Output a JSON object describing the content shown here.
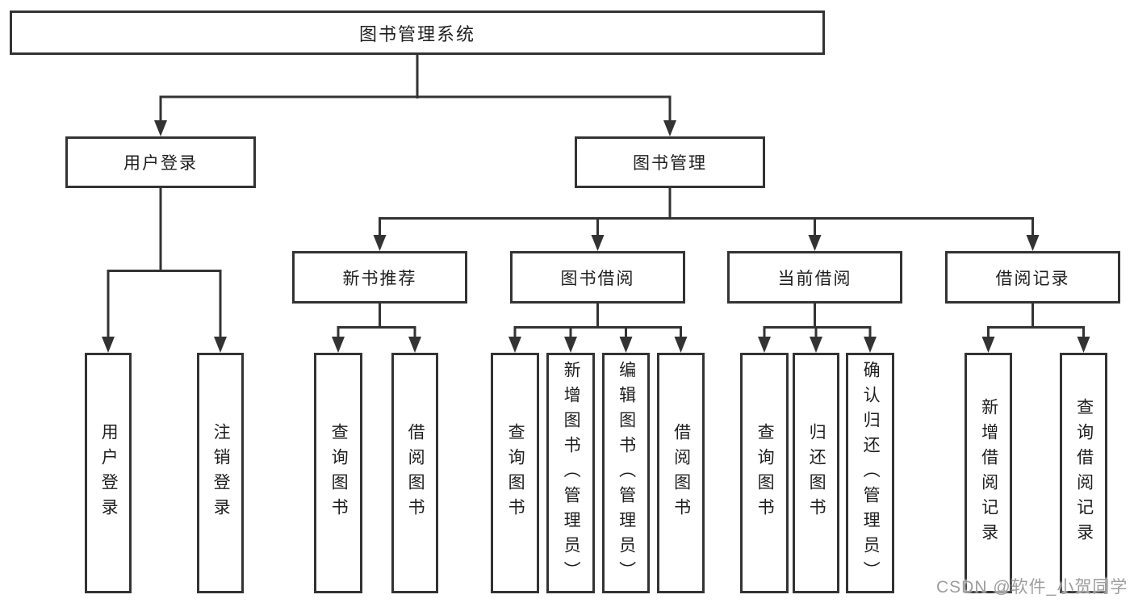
{
  "colors": {
    "line": "#333333",
    "box_border": "#333333",
    "text": "#1e1e1e",
    "watermark": "#9d9d9d",
    "background": "#ffffff"
  },
  "watermark": {
    "text": "CSDN @软件_小贺同学"
  },
  "tree": {
    "root": {
      "label": "图书管理系统",
      "children": [
        {
          "label": "用户登录",
          "children": [
            {
              "label": "用户登录"
            },
            {
              "label": "注销登录"
            }
          ]
        },
        {
          "label": "图书管理",
          "children": [
            {
              "label": "新书推荐",
              "children": [
                {
                  "label": "查询图书"
                },
                {
                  "label": "借阅图书"
                }
              ]
            },
            {
              "label": "图书借阅",
              "children": [
                {
                  "label": "查询图书"
                },
                {
                  "label": "新增图书（管理员）"
                },
                {
                  "label": "编辑图书（管理员）"
                },
                {
                  "label": "借阅图书"
                }
              ]
            },
            {
              "label": "当前借阅",
              "children": [
                {
                  "label": "查询图书"
                },
                {
                  "label": "归还图书"
                },
                {
                  "label": "确认归还（管理员）"
                }
              ]
            },
            {
              "label": "借阅记录",
              "children": [
                {
                  "label": "新增借阅记录"
                },
                {
                  "label": "查询借阅记录"
                }
              ]
            }
          ]
        }
      ]
    }
  }
}
